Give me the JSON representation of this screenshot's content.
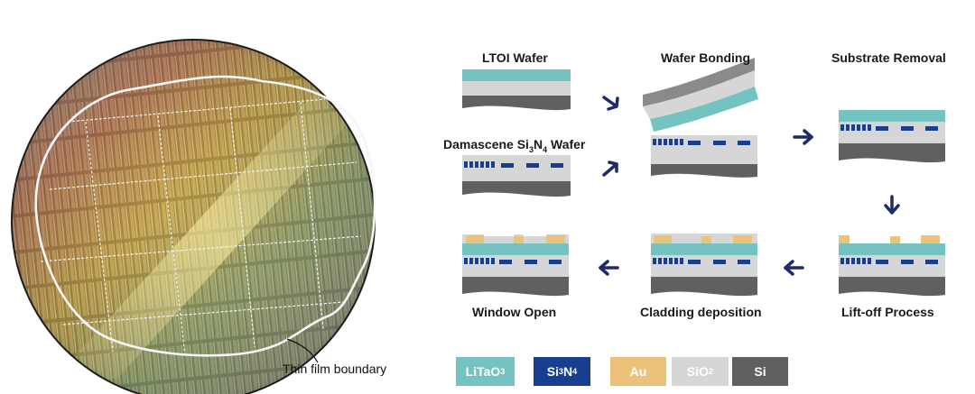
{
  "photo": {
    "annotation": "Thin film boundary"
  },
  "steps": {
    "ltoi": "LTOI Wafer",
    "bonding": "Wafer Bonding",
    "removal": "Substrate Removal",
    "damascene_prefix": "Damascene Si",
    "damascene_sub1": "3",
    "damascene_mid": "N",
    "damascene_sub2": "4",
    "damascene_suffix": " Wafer",
    "window": "Window Open",
    "cladding": "Cladding deposition",
    "liftoff": "Lift-off Process"
  },
  "legend": [
    {
      "main": "LiTaO",
      "sub": "3",
      "tail": "",
      "sub2": "",
      "color": "#75c3c0",
      "text_color": "#ffffff"
    },
    {
      "main": "Si",
      "sub": "3",
      "tail": "N",
      "sub2": "4",
      "color": "#183f8f",
      "text_color": "#ffffff"
    },
    {
      "main": "Au",
      "sub": "",
      "tail": "",
      "sub2": "",
      "color": "#ebc27a",
      "text_color": "#ffffff"
    },
    {
      "main": "SiO",
      "sub": "2",
      "tail": "",
      "sub2": "",
      "color": "#d6d6d6",
      "text_color": "#ffffff"
    },
    {
      "main": "Si",
      "sub": "",
      "tail": "",
      "sub2": "",
      "color": "#606060",
      "text_color": "#ffffff"
    }
  ],
  "colors": {
    "litao3": "#75c3c0",
    "si3n4": "#183f8f",
    "au": "#ebc27a",
    "sio2": "#d6d6d6",
    "si": "#606060",
    "arrow": "#1f2a6b"
  }
}
